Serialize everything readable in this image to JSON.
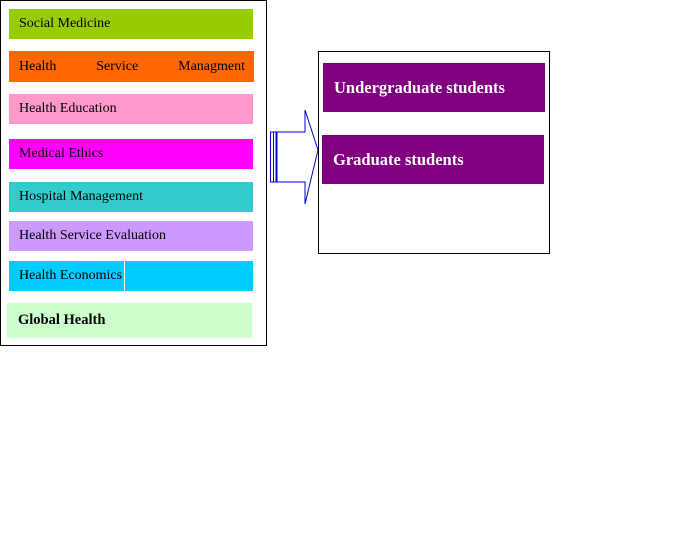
{
  "left_panel": {
    "items": [
      {
        "label": "Social Medicine",
        "color": "#99CC00"
      },
      {
        "label_words": [
          "Health",
          "Service",
          "Managment"
        ],
        "label": "Health Service Managment",
        "color": "#FF6600"
      },
      {
        "label": "Health Education",
        "color": "#FF99CC"
      },
      {
        "label": "Medical Ethics",
        "color": "#FF00FF"
      },
      {
        "label": "Hospital Management",
        "color": "#33CCCC"
      },
      {
        "label": "Health Service Evaluation",
        "color": "#CC99FF"
      },
      {
        "label": "Health Economics",
        "color": "#00CCFF"
      },
      {
        "label": "Global Health",
        "color": "#CCFFCC"
      }
    ]
  },
  "arrow": {
    "color": "#0000CC",
    "direction": "right"
  },
  "right_panel": {
    "items": [
      {
        "label": "Undergraduate students",
        "color": "#800080"
      },
      {
        "label": "Graduate students",
        "color": "#800080"
      }
    ]
  }
}
